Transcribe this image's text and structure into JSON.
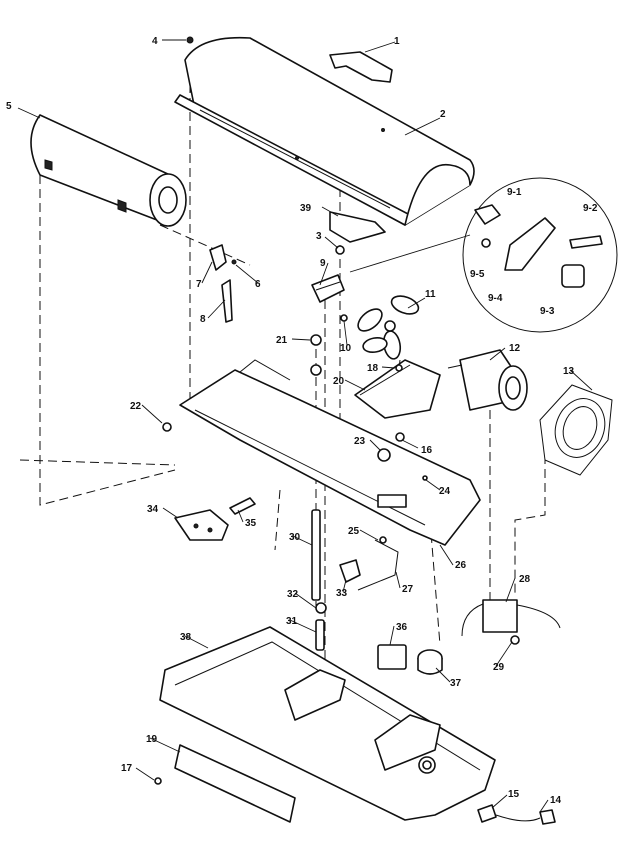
{
  "callouts": [
    {
      "id": "1",
      "label": "1"
    },
    {
      "id": "2",
      "label": "2"
    },
    {
      "id": "3",
      "label": "3"
    },
    {
      "id": "4",
      "label": "4"
    },
    {
      "id": "5",
      "label": "5"
    },
    {
      "id": "6",
      "label": "6"
    },
    {
      "id": "7",
      "label": "7"
    },
    {
      "id": "8",
      "label": "8"
    },
    {
      "id": "9",
      "label": "9"
    },
    {
      "id": "9-1",
      "label": "9-1"
    },
    {
      "id": "9-2",
      "label": "9-2"
    },
    {
      "id": "9-3",
      "label": "9-3"
    },
    {
      "id": "9-4",
      "label": "9-4"
    },
    {
      "id": "9-5",
      "label": "9-5"
    },
    {
      "id": "10",
      "label": "10"
    },
    {
      "id": "11",
      "label": "11"
    },
    {
      "id": "12",
      "label": "12"
    },
    {
      "id": "13",
      "label": "13"
    },
    {
      "id": "14",
      "label": "14"
    },
    {
      "id": "15",
      "label": "15"
    },
    {
      "id": "16",
      "label": "16"
    },
    {
      "id": "17",
      "label": "17"
    },
    {
      "id": "18",
      "label": "18"
    },
    {
      "id": "19",
      "label": "19"
    },
    {
      "id": "20",
      "label": "20"
    },
    {
      "id": "21",
      "label": "21"
    },
    {
      "id": "22",
      "label": "22"
    },
    {
      "id": "23",
      "label": "23"
    },
    {
      "id": "24",
      "label": "24"
    },
    {
      "id": "25",
      "label": "25"
    },
    {
      "id": "26",
      "label": "26"
    },
    {
      "id": "27",
      "label": "27"
    },
    {
      "id": "28",
      "label": "28"
    },
    {
      "id": "29",
      "label": "29"
    },
    {
      "id": "30",
      "label": "30"
    },
    {
      "id": "31",
      "label": "31"
    },
    {
      "id": "32",
      "label": "32"
    },
    {
      "id": "33",
      "label": "33"
    },
    {
      "id": "34",
      "label": "34"
    },
    {
      "id": "35",
      "label": "35"
    },
    {
      "id": "36",
      "label": "36"
    },
    {
      "id": "37",
      "label": "37"
    },
    {
      "id": "38",
      "label": "38"
    },
    {
      "id": "39",
      "label": "39"
    }
  ]
}
